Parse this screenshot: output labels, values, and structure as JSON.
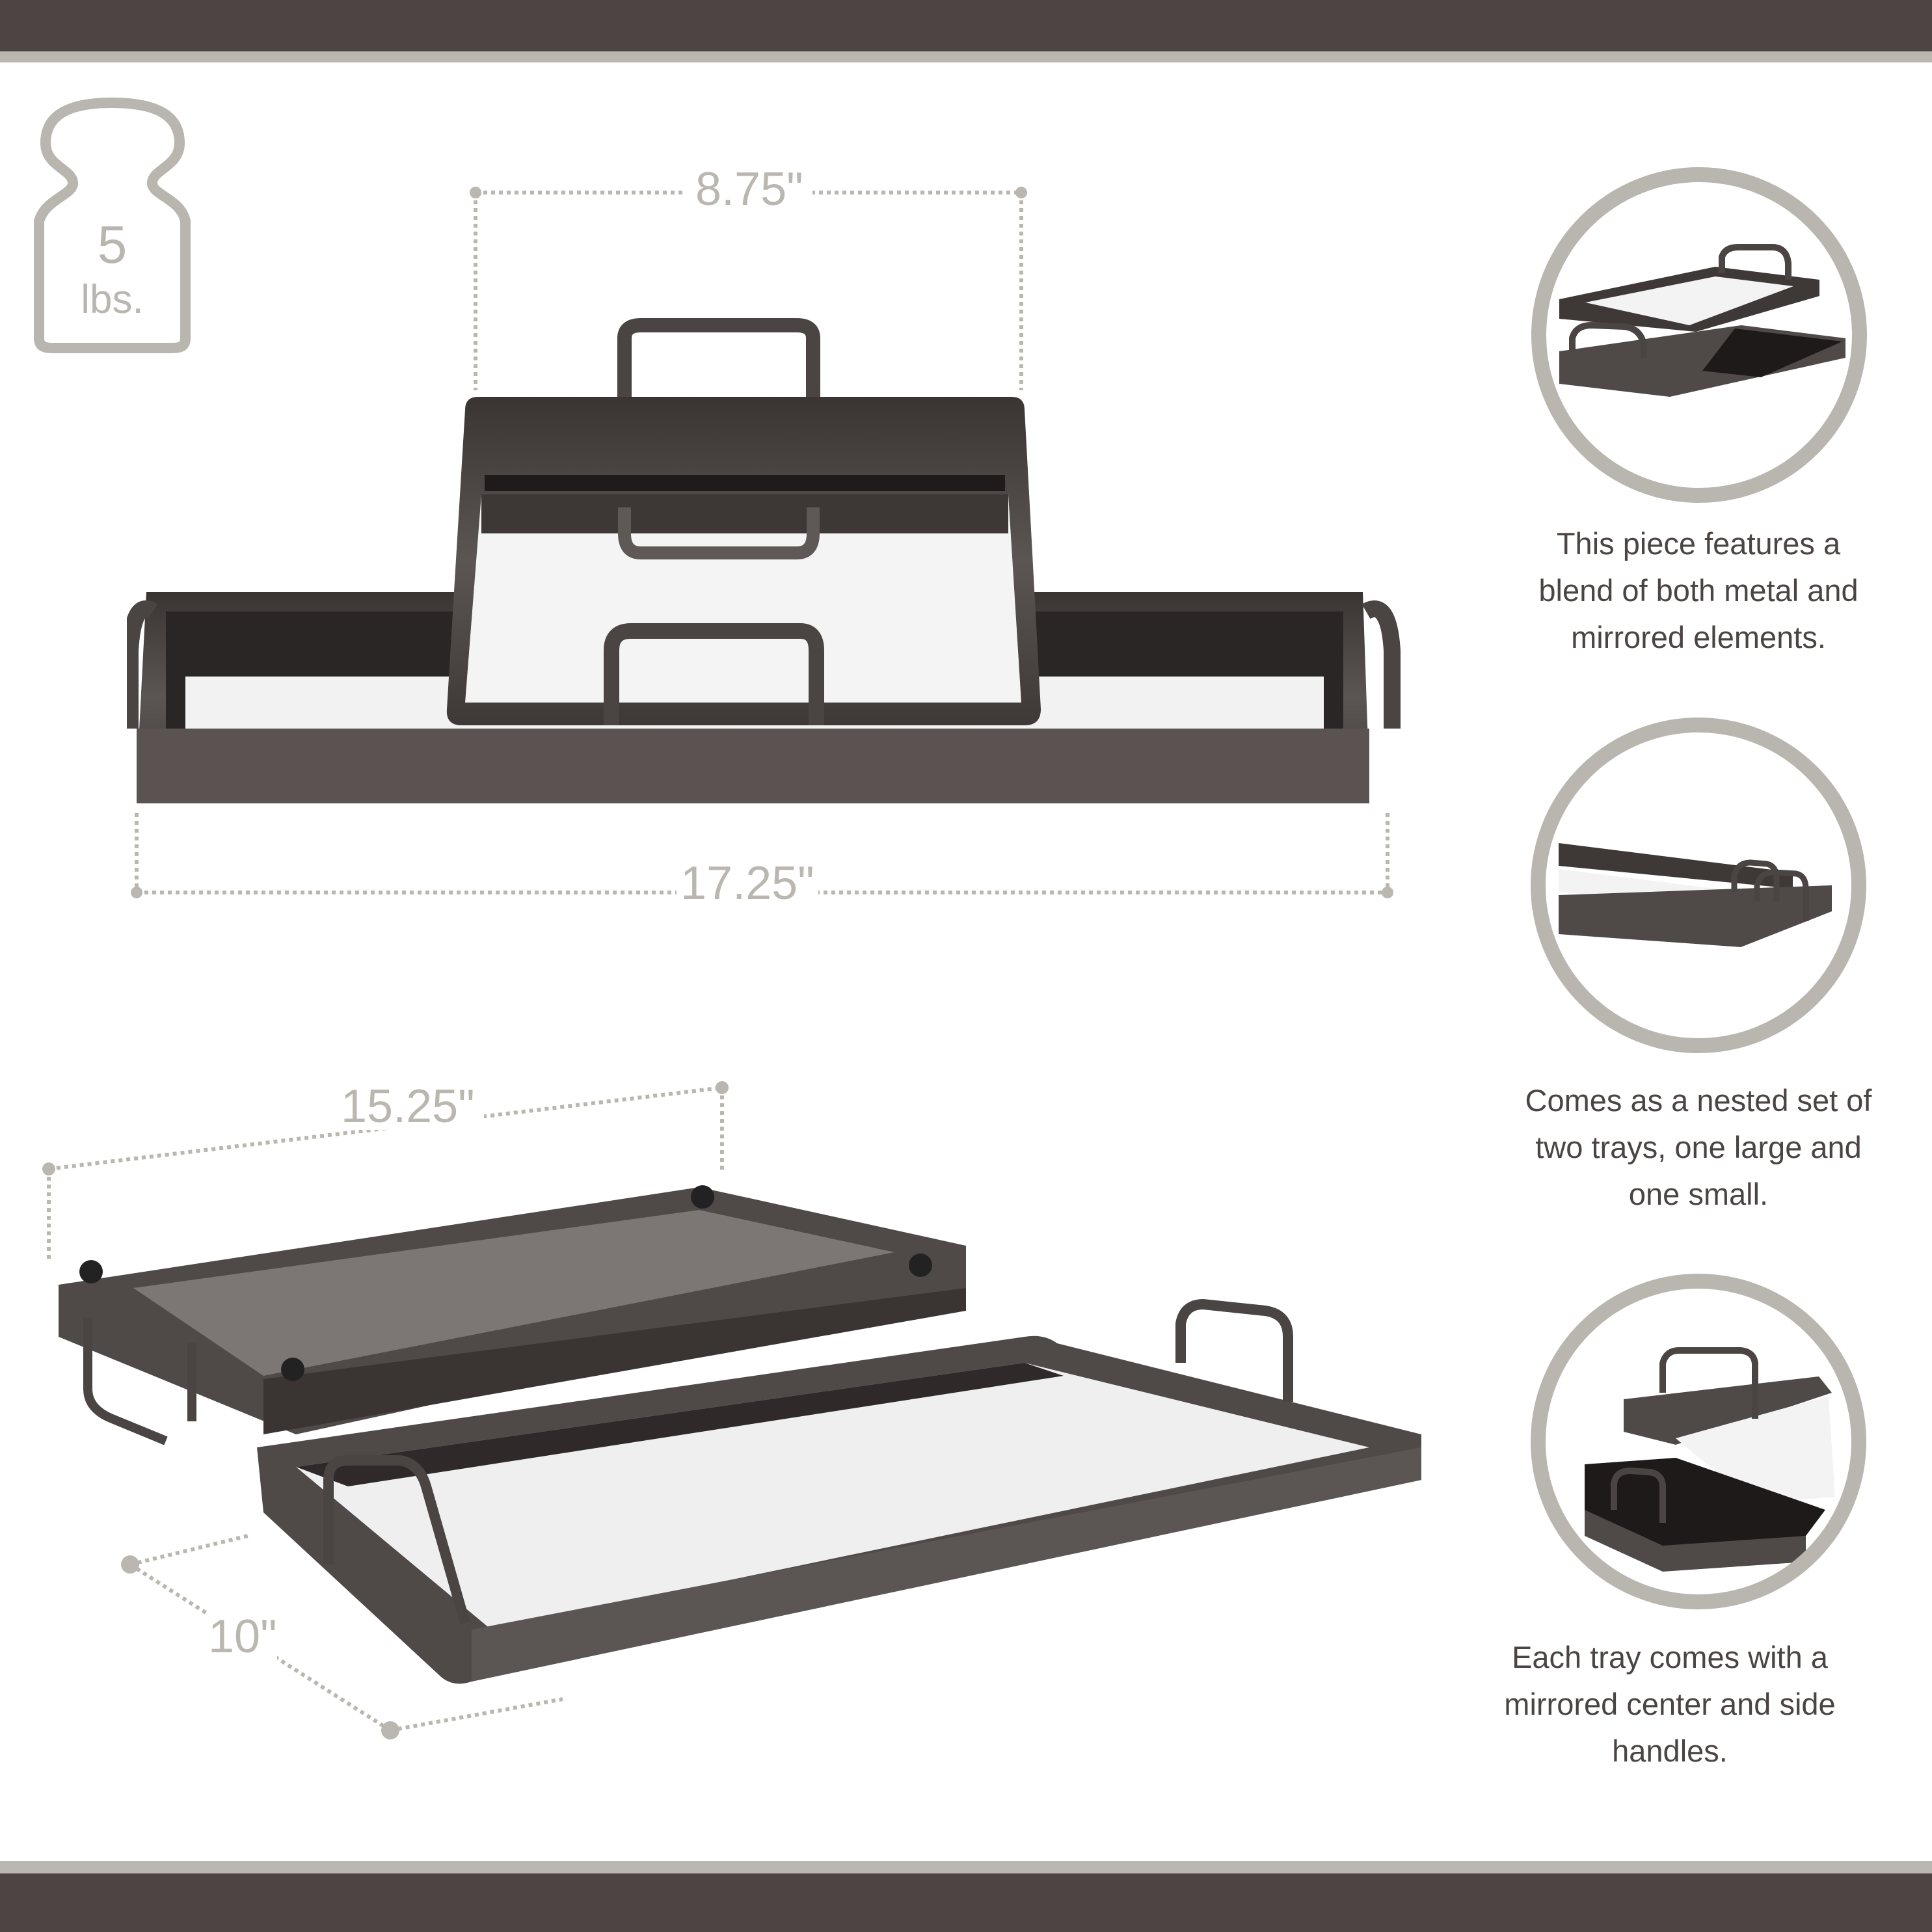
{
  "header": {
    "band_color": "#4d4544",
    "accent_band_color": "#bab7b0"
  },
  "weight": {
    "value": "5",
    "unit": "lbs.",
    "icon": "weight-icon"
  },
  "dimensions": {
    "small_tray_width": "8.75\"",
    "large_tray_width": "17.25\"",
    "large_tray_length": "15.25\"",
    "large_tray_depth": "10\""
  },
  "features": [
    {
      "image": "nested-trays-closeup",
      "lines": [
        "This piece features a",
        "blend of both metal and",
        "mirrored elements."
      ]
    },
    {
      "image": "stacked-trays-side-view",
      "lines": [
        "Comes as a nested set of",
        "two trays, one large and",
        "one small."
      ]
    },
    {
      "image": "tray-handles-closeup",
      "lines": [
        "Each tray comes with a",
        "mirrored center and side",
        "handles."
      ]
    }
  ],
  "colors": {
    "text": "#4a4443",
    "annotation": "#bab7b0",
    "metal": "#4f4a48",
    "mirror": "#f4f4f4"
  }
}
